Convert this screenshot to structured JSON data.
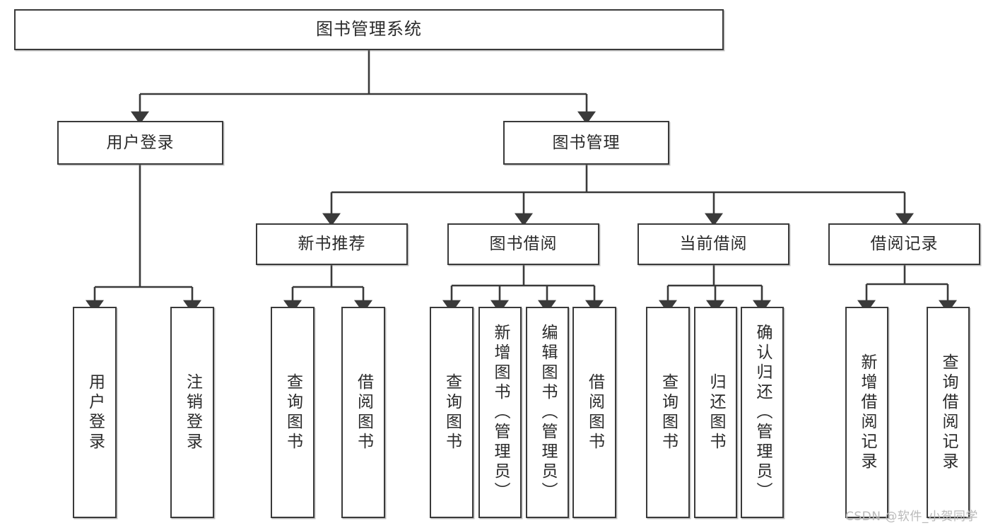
{
  "diagram": {
    "title": "图书管理系统",
    "watermark": "CSDN @软件_小贺同学",
    "colors": {
      "stroke": "#3a3a3a",
      "fill": "#ffffff",
      "text": "#2b2b2b",
      "watermark": "#b9b9b9"
    },
    "root": {
      "label": "图书管理系统"
    },
    "level2": [
      {
        "label": "用户登录"
      },
      {
        "label": "图书管理"
      }
    ],
    "level3": [
      {
        "label": "新书推荐"
      },
      {
        "label": "图书借阅"
      },
      {
        "label": "当前借阅"
      },
      {
        "label": "借阅记录"
      }
    ],
    "leaves": [
      {
        "label": "用户登录"
      },
      {
        "label": "注销登录"
      },
      {
        "label": "查询图书"
      },
      {
        "label": "借阅图书"
      },
      {
        "label": "查询图书"
      },
      {
        "label": "新增图书（管理员）"
      },
      {
        "label": "编辑图书（管理员）"
      },
      {
        "label": "借阅图书"
      },
      {
        "label": "查询图书"
      },
      {
        "label": "归还图书"
      },
      {
        "label": "确认归还（管理员）"
      },
      {
        "label": "新增借阅记录"
      },
      {
        "label": "查询借阅记录"
      }
    ]
  }
}
